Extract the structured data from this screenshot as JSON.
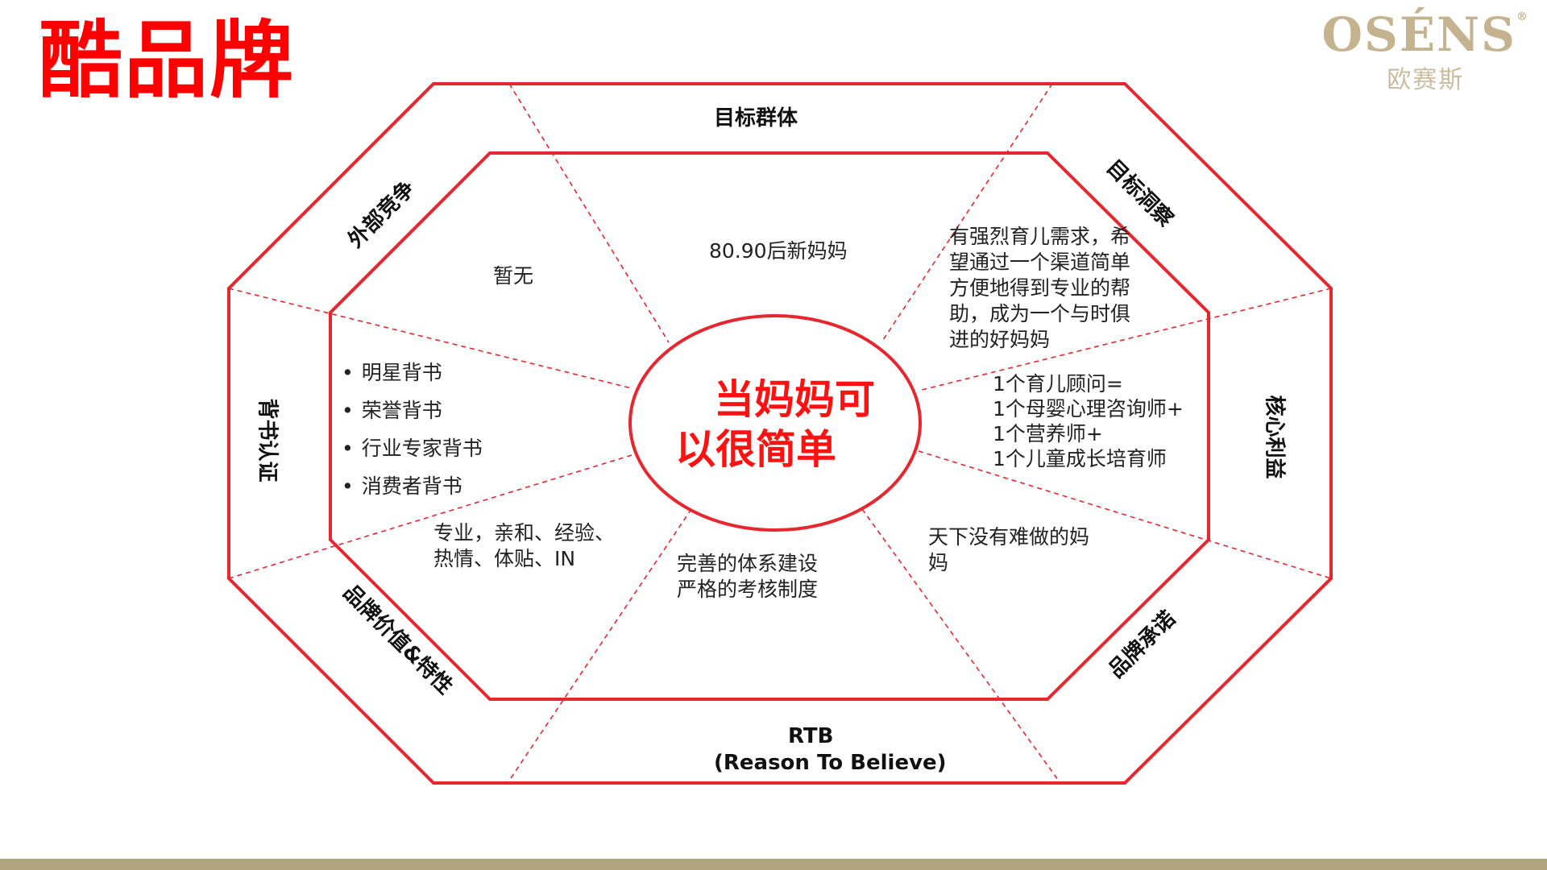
{
  "title": "酷品牌",
  "logo": {
    "word": "OSÉNS",
    "mark": "®",
    "chinese": "欧赛斯"
  },
  "center": {
    "line1": "当妈妈可",
    "line2": "以很简单"
  },
  "segments": {
    "top": {
      "label": "目标群体",
      "content": "80.90后新妈妈"
    },
    "top_right": {
      "label": "目标洞察",
      "content": "有强烈育儿需求，希望通过一个渠道简单方便地得到专业的帮助，成为一个与时俱进的好妈妈"
    },
    "right": {
      "label": "核心利益",
      "lines": [
        "1个育儿顾问=",
        "1个母婴心理咨询师+",
        "1个营养师+",
        "1个儿童成长培育师"
      ]
    },
    "bottom_right": {
      "label": "品牌承诺",
      "content": "天下没有难做的妈妈"
    },
    "bottom": {
      "label_line1": "RTB",
      "label_line2": "(Reason To Believe)",
      "lines": [
        "完善的体系建设",
        "严格的考核制度"
      ]
    },
    "bottom_left": {
      "label": "品牌价值&特性",
      "lines": [
        "专业，亲和、经验、",
        "热情、体贴、IN"
      ]
    },
    "left": {
      "label": "背书认证",
      "bullets": [
        "明星背书",
        "荣誉背书",
        "行业专家背书",
        "消费者背书"
      ]
    },
    "top_left": {
      "label": "外部竞争",
      "content": "暂无"
    }
  },
  "colors": {
    "accent": "#ff0000",
    "outline": "#e8262f",
    "footer": "#b0a57e",
    "logo": "#c5b38f"
  }
}
